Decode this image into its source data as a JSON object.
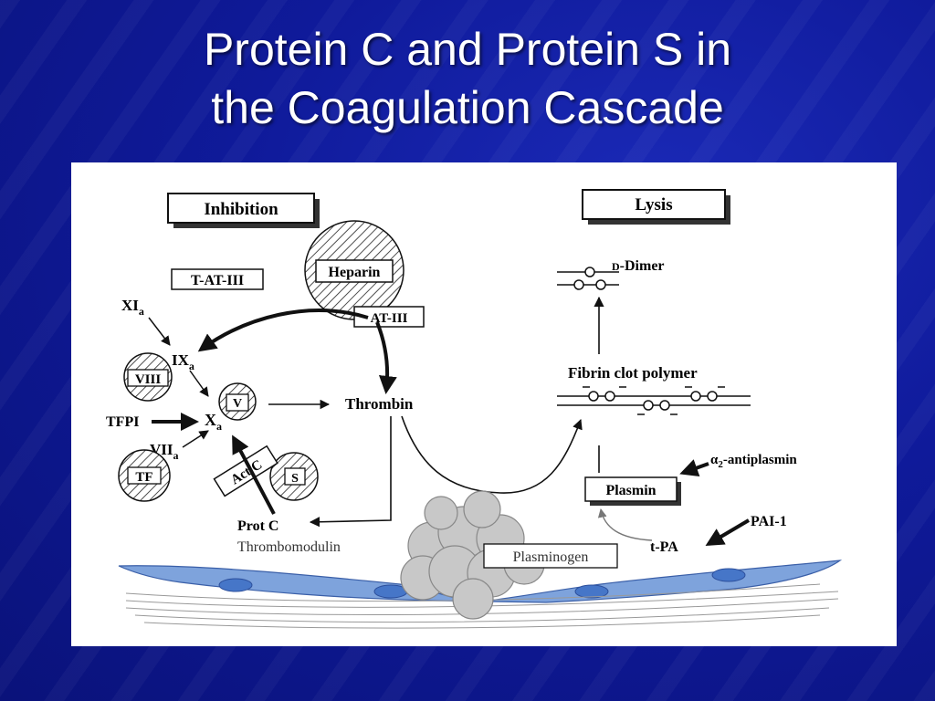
{
  "slide": {
    "title_line1": "Protein C and Protein S in",
    "title_line2": "the Coagulation Cascade"
  },
  "diagram": {
    "inhibition": "Inhibition",
    "lysis": "Lysis",
    "t_at_iii": "T-AT-III",
    "heparin": "Heparin",
    "at_iii": "AT-III",
    "xia": "XI",
    "ixa": "IX",
    "viii": "VIII",
    "v": "V",
    "xa": "X",
    "tfpi": "TFPI",
    "viia": "VII",
    "tf": "TF",
    "act_c": "Act C",
    "s": "S",
    "prot_c": "Prot C",
    "thrombomodulin": "Thrombomodulin",
    "thrombin": "Thrombin",
    "d_dimer_prefix": "D",
    "d_dimer": "-Dimer",
    "fibrin": "Fibrin clot polymer",
    "a2_alpha": "α",
    "a2_sub": "2",
    "a2_rest": "-antiplasmin",
    "plasmin": "Plasmin",
    "pai1": "PAI-1",
    "tpa": "t-PA",
    "plasminogen": "Plasminogen",
    "sub_a": "a"
  },
  "colors": {
    "background": "#0f1a9a",
    "panel": "#ffffff",
    "ink": "#111111",
    "endothelium": "#6f9ad8",
    "nucleus": "#3f6fc8",
    "clot": "#bfbfbf"
  }
}
